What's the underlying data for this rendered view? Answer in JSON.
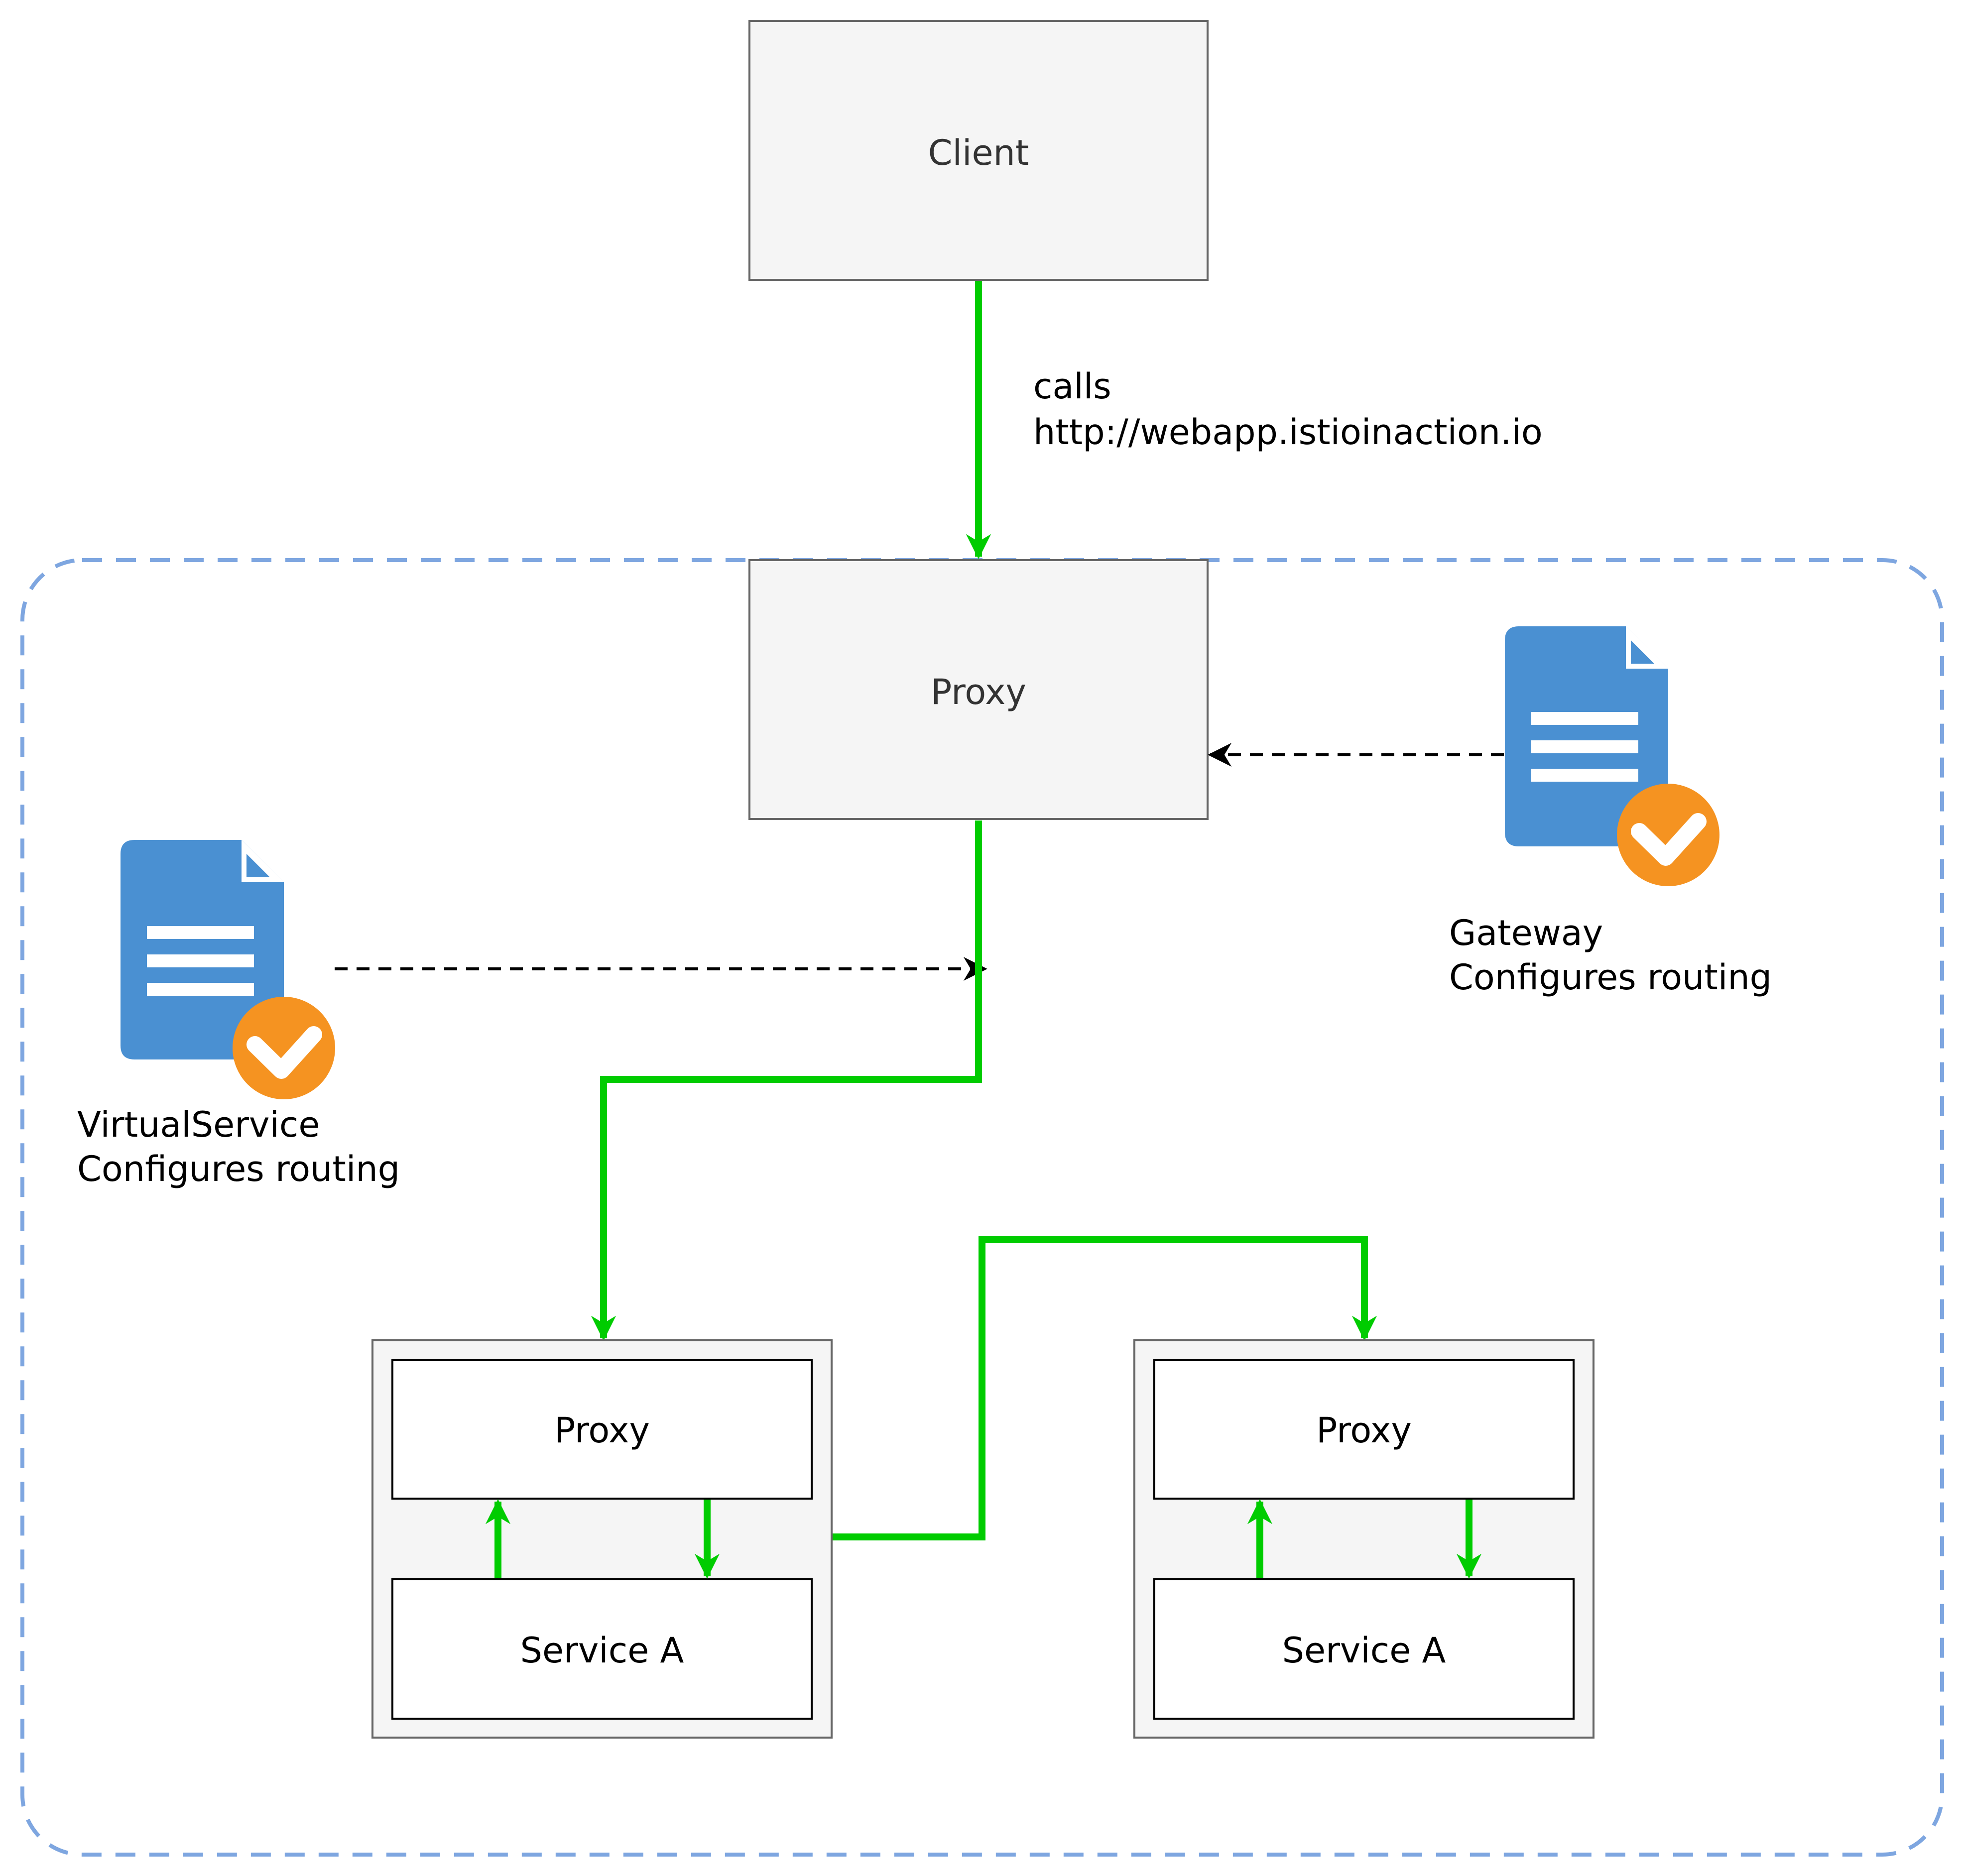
{
  "nodes": {
    "client": {
      "label": "Client"
    },
    "ingress_proxy": {
      "label": "Proxy"
    },
    "pod_left": {
      "proxy_label": "Proxy",
      "service_label": "Service A"
    },
    "pod_right": {
      "proxy_label": "Proxy",
      "service_label": "Service A"
    }
  },
  "edges": {
    "client_call": {
      "line1": "calls",
      "line2": "http://webapp.istioinaction.io"
    }
  },
  "resources": {
    "gateway": {
      "icon": "config-document-check-icon",
      "line1": "Gateway",
      "line2": "Configures routing"
    },
    "virtual_service": {
      "icon": "config-document-check-icon",
      "line1": "VirtualService",
      "line2": "Configures routing"
    }
  },
  "colors": {
    "flow": "#00cc00",
    "boundary": "#7ea6e0",
    "doc": "#4a90d2",
    "check": "#f59321",
    "box_fill": "#f5f5f5",
    "box_stroke": "#666666"
  }
}
